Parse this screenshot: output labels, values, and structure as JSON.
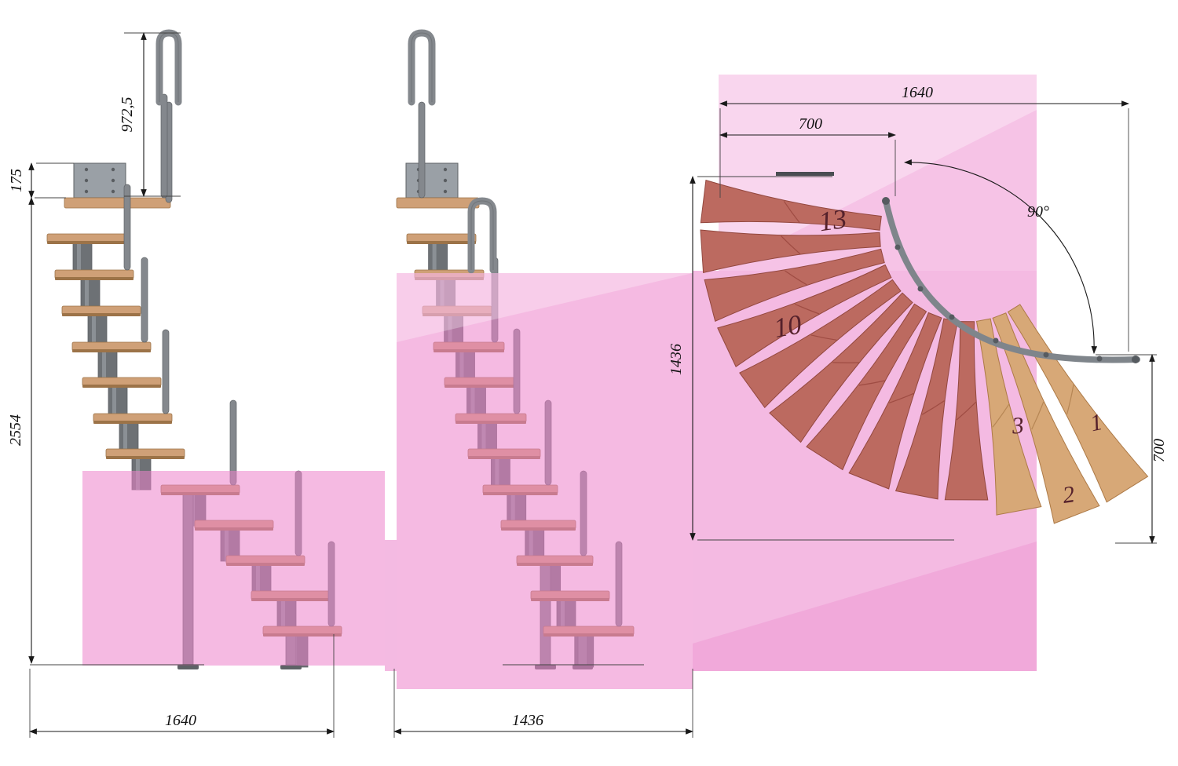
{
  "drawing": {
    "side_view": {
      "dim_rail_height": "972,5",
      "dim_top_offset": "175",
      "dim_total_height": "2554",
      "dim_total_run": "1640"
    },
    "front_view": {
      "dim_total_run": "1436"
    },
    "plan_view": {
      "dim_total_width": "1640",
      "dim_flight_width_top": "700",
      "dim_total_depth": "1436",
      "dim_flight_width_right": "700",
      "dim_turn_angle": "90°",
      "tread_labels": {
        "t13": "13",
        "t10": "10",
        "t3": "3",
        "t1": "1",
        "t2": "2"
      }
    },
    "colors": {
      "accent_pink": "#f4bae2",
      "tread_wood": "#cfa077",
      "plan_wood_red": "#bc6a60",
      "plan_wood_tan": "#d7a877",
      "metal_grey": "#84888d"
    }
  }
}
